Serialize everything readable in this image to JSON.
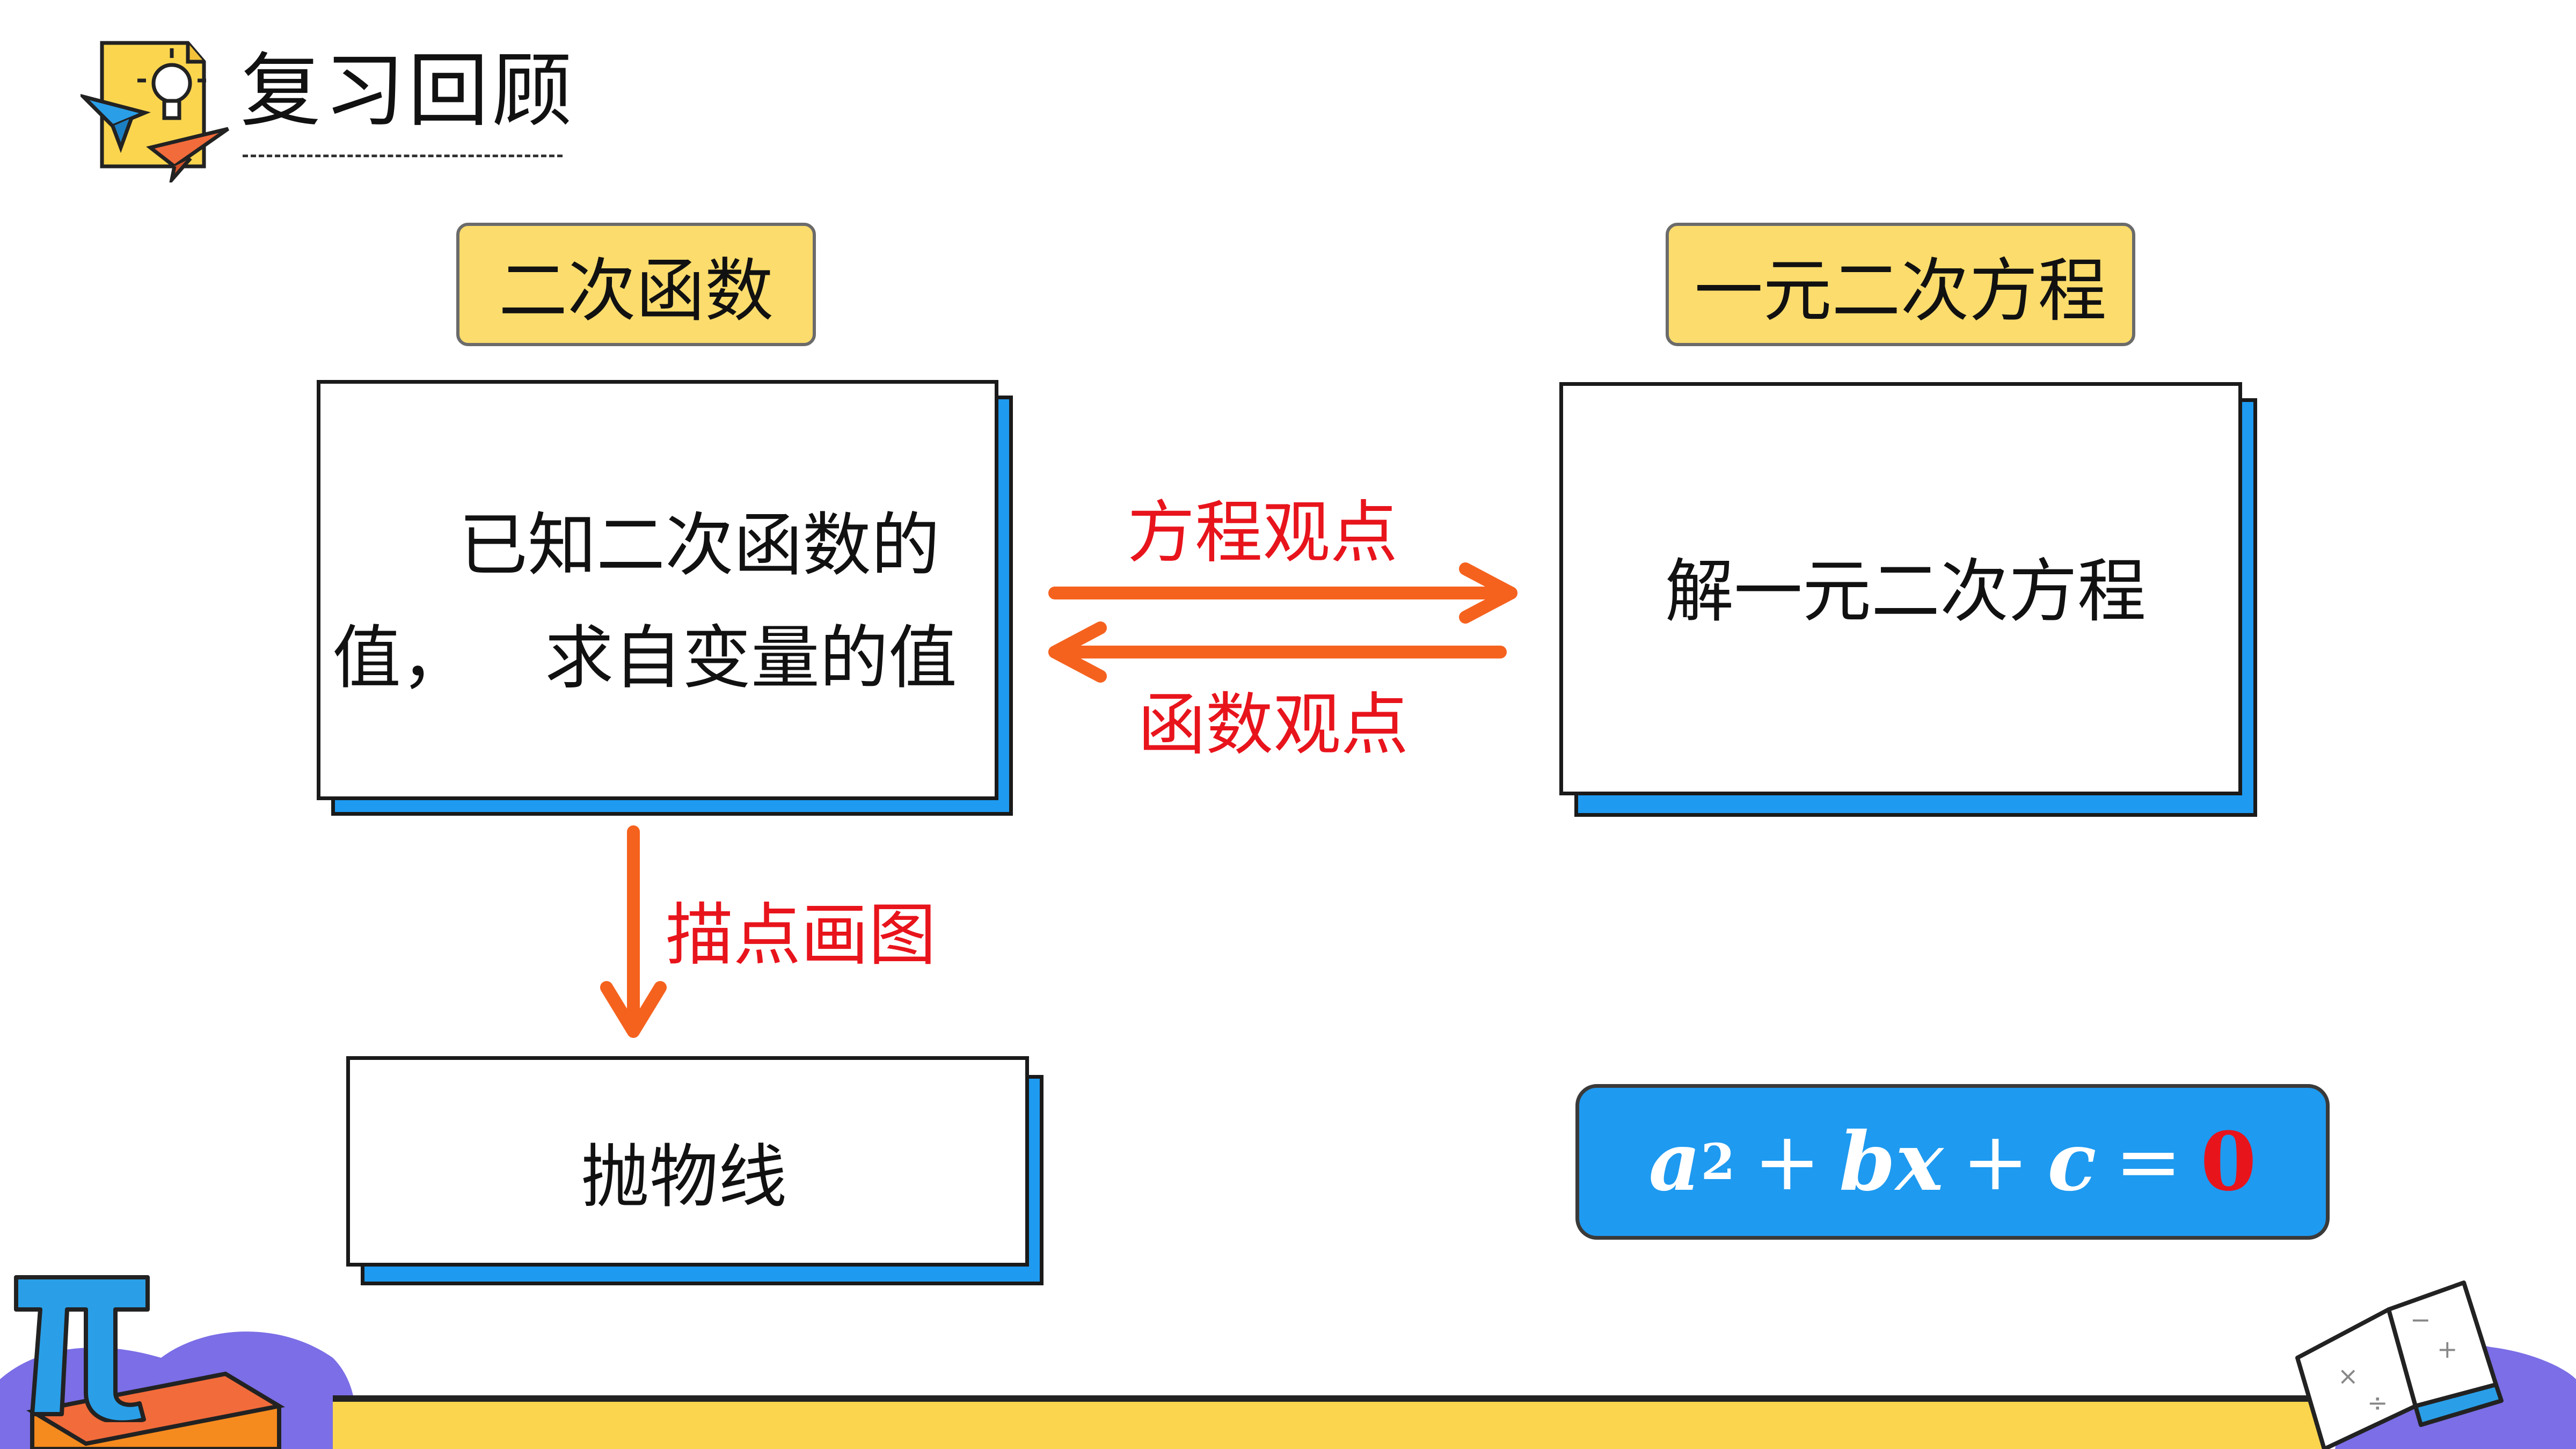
{
  "header": {
    "title": "复习回顾"
  },
  "tags": {
    "left": "二次函数",
    "right": "一元二次方程"
  },
  "left_box": {
    "line1": "已知二次函数的",
    "line2_a": "值，",
    "line2_b": "求自变量的值"
  },
  "right_box": {
    "text": "解一元二次方程"
  },
  "arrows": {
    "forward_label": "方程观点",
    "backward_label": "函数观点",
    "down_label": "描点画图"
  },
  "bottom_box": {
    "text": "抛物线"
  },
  "formula": {
    "a": "a",
    "exp": "2",
    "plus1": "+",
    "bx": "bx",
    "plus2": "+",
    "c": "c",
    "eq": "=",
    "zero": "0"
  },
  "colors": {
    "accent_blue": "#1e9af0",
    "tag_yellow": "#fbdc6c",
    "arrow_orange": "#f5621e",
    "label_red": "#e8141c"
  }
}
